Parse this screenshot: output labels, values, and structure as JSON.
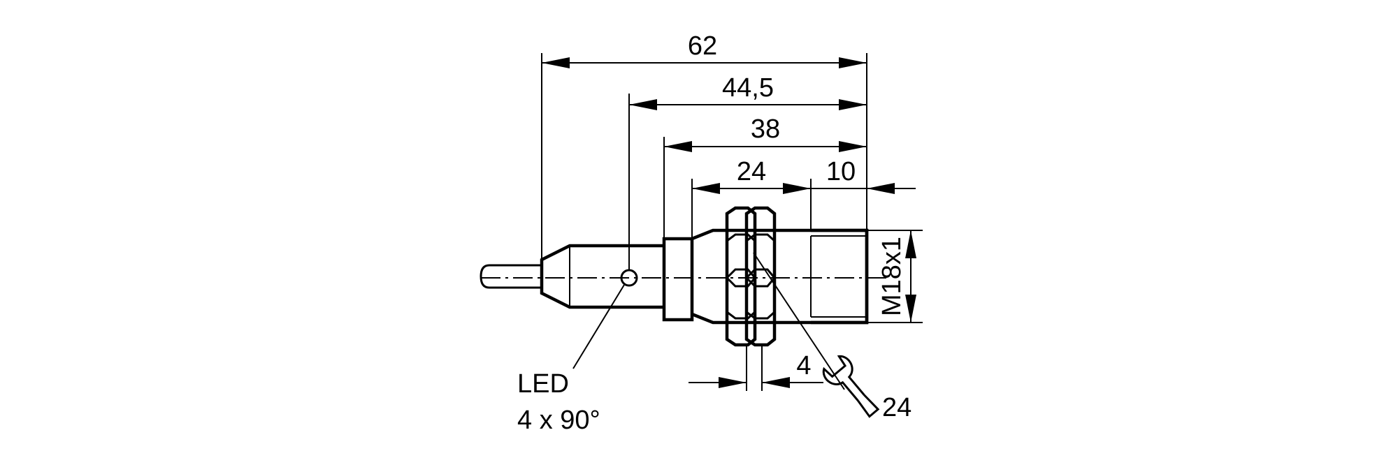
{
  "dimensions": {
    "overall_length": "62",
    "led_position": "44,5",
    "housing_length": "38",
    "thread_length": "24",
    "sensing_face_length": "10",
    "nut_thickness": "4",
    "thread_size": "M18x1",
    "wrench_size": "24"
  },
  "callouts": {
    "led_title": "LED",
    "led_detail": "4 x 90°"
  },
  "icons": {
    "wrench": "wrench-icon"
  },
  "colors": {
    "line": "#000000",
    "background": "#ffffff"
  }
}
